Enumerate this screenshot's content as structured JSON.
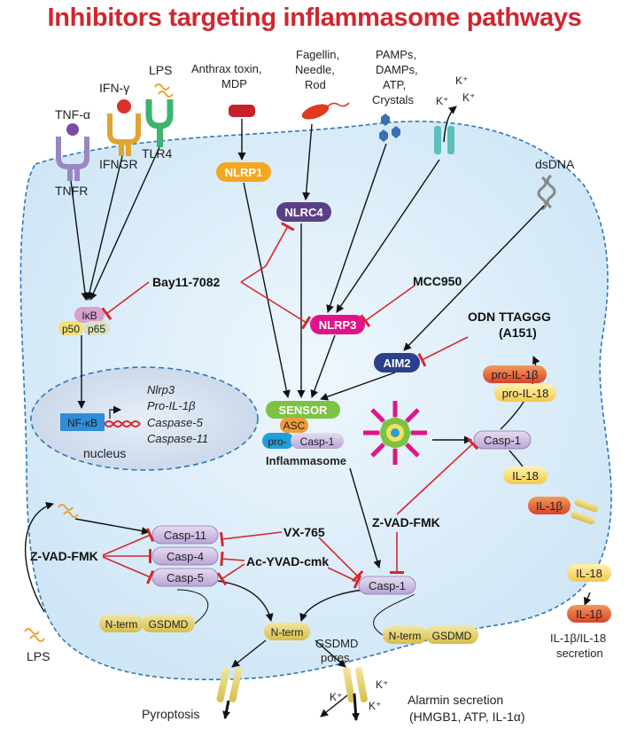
{
  "title": "Inhibitors targeting inflammasome pathways",
  "stimuli": {
    "tnf": "TNF-α",
    "ifn": "IFN-γ",
    "lps_top": "LPS",
    "anthrax_line1": "Anthrax toxin,",
    "anthrax_line2": "MDP",
    "flag_line1": "Fagellin,",
    "flag_line2": "Needle,",
    "flag_line3": "Rod",
    "pamps_line1": "PAMPs,",
    "pamps_line2": "DAMPs,",
    "pamps_line3": "ATP,",
    "pamps_line4": "Crystals",
    "k1": "K⁺",
    "k2": "K⁺",
    "k3": "K⁺",
    "dsdna": "dsDNA",
    "lps_bottom": "LPS"
  },
  "receptors": {
    "tnfr": "TNFR",
    "ifngr": "IFNGR",
    "tlr4": "TLR4"
  },
  "sensors": {
    "nlrp1": "NLRP1",
    "nlrc4": "NLRC4",
    "nlrp3": "NLRP3",
    "aim2": "AIM2"
  },
  "nfkb_complex": {
    "ikb": "IκB",
    "p50": "p50",
    "p65": "p65",
    "nfkb": "NF-κB",
    "genes": [
      "Nlrp3",
      "Pro-IL-1β",
      "Caspase-5",
      "Caspase-11"
    ],
    "nucleus": "nucleus"
  },
  "inflammasome": {
    "sensor": "SENSOR",
    "asc": "ASC",
    "pro": "pro-",
    "casp1": "Casp-1",
    "label": "Inflammasome"
  },
  "inhibitors": {
    "bay": "Bay11-7082",
    "mcc": "MCC950",
    "odn_line1": "ODN TTAGGG",
    "odn_line2": "(A151)",
    "zvad_right": "Z-VAD-FMK",
    "zvad_left": "Z-VAD-FMK",
    "vx": "VX-765",
    "acyvad": "Ac-YVAD-cmk"
  },
  "caspases": {
    "casp11": "Casp-11",
    "casp4": "Casp-4",
    "casp5": "Casp-5",
    "casp1_mid": "Casp-1",
    "casp1_right": "Casp-1"
  },
  "cytokines": {
    "pro_il1b": "pro-IL-1β",
    "pro_il18": "pro-IL-18",
    "il18_in": "IL-18",
    "il1b_in": "IL-1β",
    "il18_out": "IL-18",
    "il1b_out": "IL-1β",
    "secretion_line1": "IL-1β/IL-18",
    "secretion_line2": "secretion"
  },
  "gsdmd": {
    "nterm_left": "N-term",
    "gsdmd_left": "GSDMD",
    "nterm_right": "N-term",
    "gsdmd_right": "GSDMD",
    "nterm_free": "N-term",
    "pores_line1": "GSDMD",
    "pores_line2": "pores",
    "kp1": "K⁺",
    "kp2": "K⁺",
    "kp3": "K⁺"
  },
  "outcomes": {
    "pyroptosis": "Pyroptosis",
    "alarmin_line1": "Alarmin secretion",
    "alarmin_line2": "(HMGB1, ATP, IL-1α)"
  },
  "colors": {
    "title": "#d0262f",
    "inhibit": "#d7262e",
    "cell": "#d8ecf9",
    "nlrp1": "#f5a623",
    "nlrc4": "#5b3f86",
    "nlrp3": "#e0148a",
    "aim2": "#2c3f8c",
    "caspase": "#c9b8e0",
    "gsdmd": "#e2cf6a"
  }
}
